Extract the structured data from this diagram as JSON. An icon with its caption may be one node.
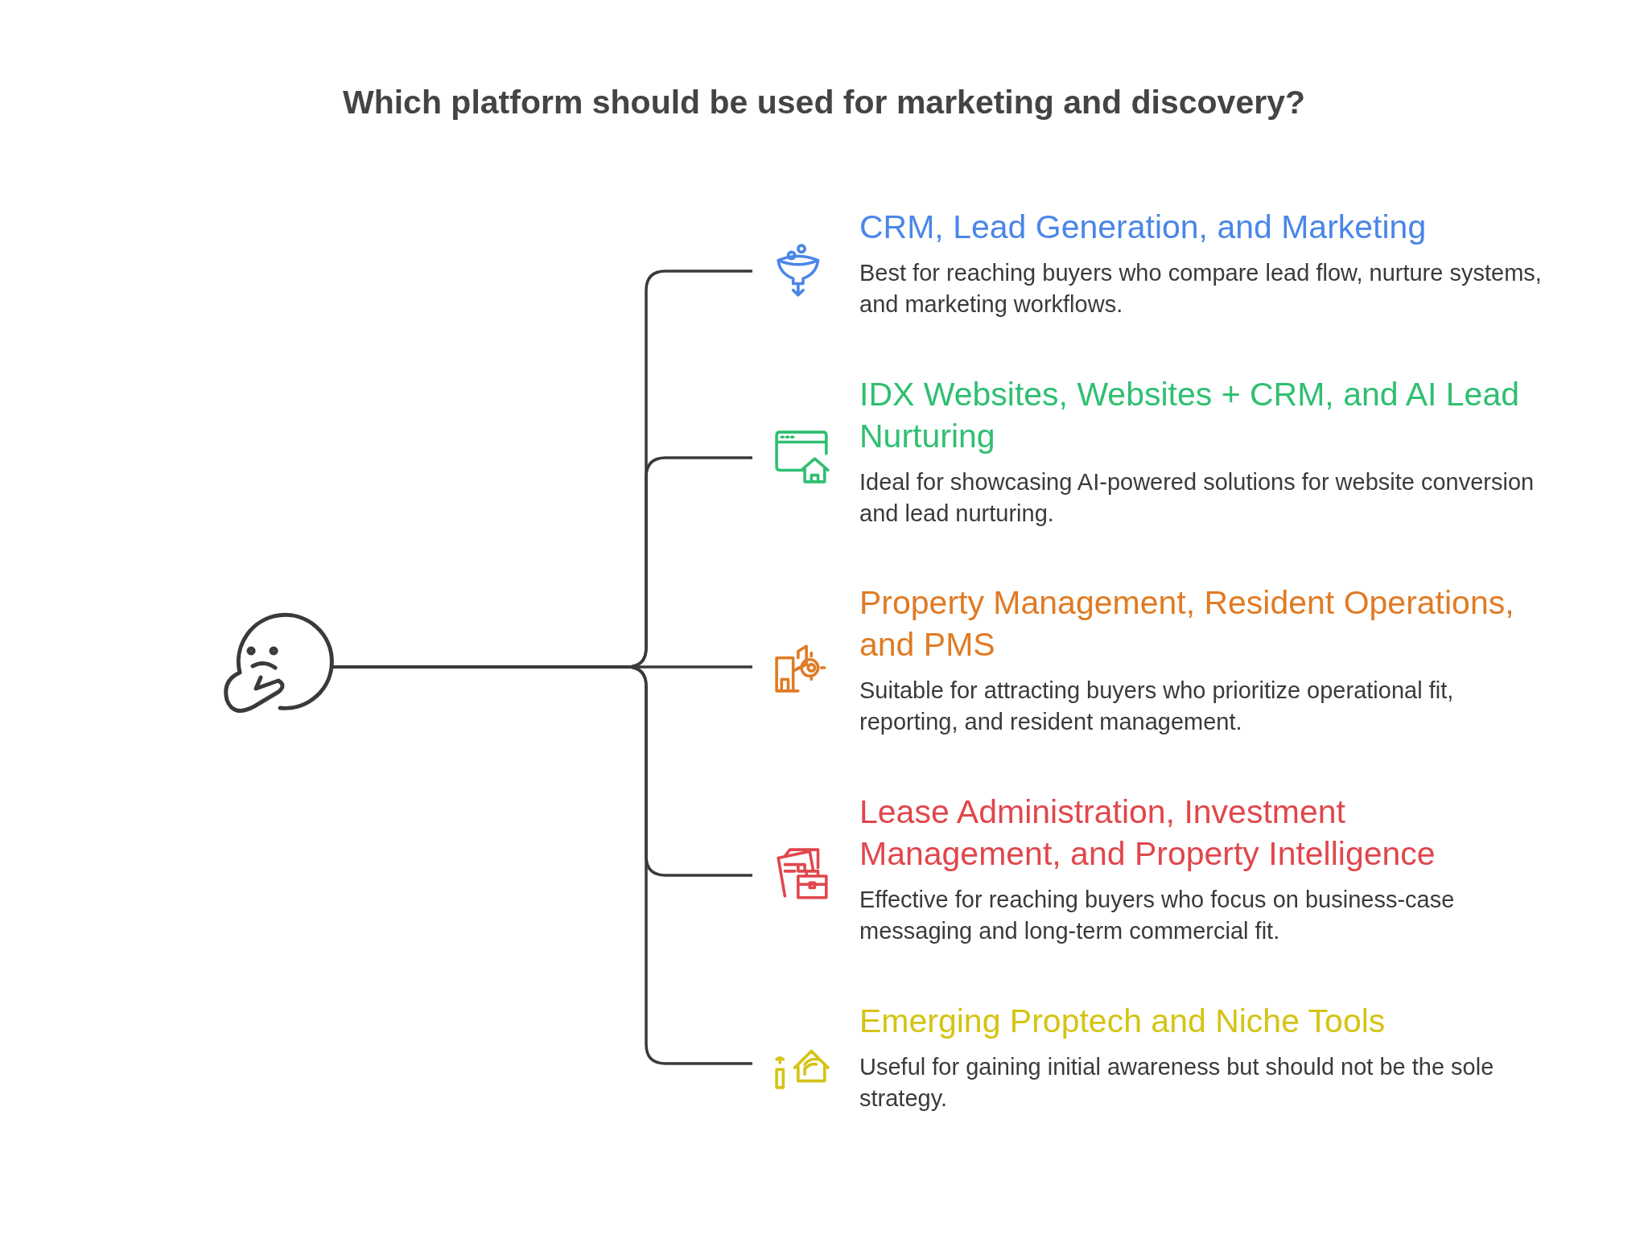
{
  "diagram": {
    "title": "Which platform should be used for marketing and discovery?",
    "nodes": [
      {
        "text": [],
        "shape": "face"
      },
      {
        "text": [
          "CRM, Lead Generation, and Marketing",
          "Best for reaching buyers who compare lead flow, nurture systems, and marketing workflows."
        ]
      },
      {
        "text": [
          "IDX Websites, Websites + CRM, and AI Lead Nurturing",
          "Ideal for showcasing AI-powered solutions for website conversion and lead nurturing."
        ]
      },
      {
        "text": [
          "Property Management, Resident Operations, and PMS",
          "Suitable for attracting buyers who prioritize operational fit, reporting, and resident management."
        ]
      },
      {
        "text": [
          "Lease Administration, Investment Management, and Property Intelligence",
          "Effective for reaching buyers who focus on business-case messaging and long-term commercial fit."
        ]
      },
      {
        "text": [
          "Emerging Proptech and Niche Tools",
          "Useful for gaining initial awareness but should not be the sole strategy."
        ]
      }
    ],
    "edges": [
      {
        "from": 0,
        "to": 1,
        "arrow": "none"
      },
      {
        "from": 0,
        "to": 2,
        "arrow": "none"
      },
      {
        "from": 0,
        "to": 3,
        "arrow": "none"
      },
      {
        "from": 0,
        "to": 4,
        "arrow": "none"
      },
      {
        "from": 0,
        "to": 5,
        "arrow": "none"
      }
    ]
  }
}
